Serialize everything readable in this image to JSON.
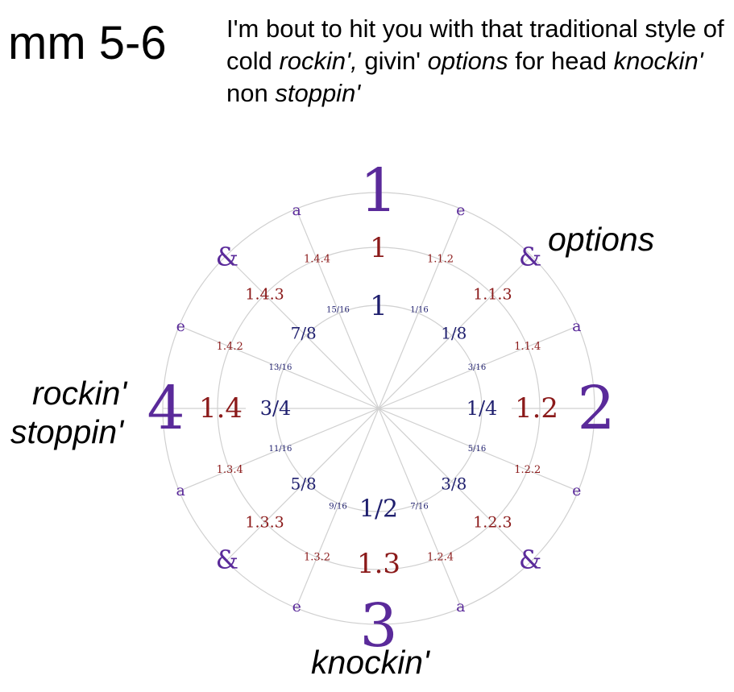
{
  "title": "mm 5-6",
  "lyric": [
    {
      "text": "I'm bout to hit you with that traditional",
      "italic": false
    },
    {
      "text": " style of cold ",
      "italic": false
    },
    {
      "text": "rockin',",
      "italic": true
    },
    {
      "text": " givin' ",
      "italic": false
    },
    {
      "text": "options",
      "italic": true
    },
    {
      "text": " for head ",
      "italic": false
    },
    {
      "text": "knockin'",
      "italic": true
    },
    {
      "text": " non ",
      "italic": false
    },
    {
      "text": "stoppin'",
      "italic": true
    }
  ],
  "placed_words": {
    "options": "options",
    "rockin": "rockin'",
    "stoppin": "stoppin'",
    "knockin": "knockin'"
  },
  "colors": {
    "ring_outer": "#5a2a9a",
    "ring_middle": "#8b1a1a",
    "ring_inner": "#1f1f6e",
    "grid": "#d0d0d0"
  },
  "rings": {
    "outer": [
      "1",
      "e",
      "&",
      "a",
      "2",
      "e",
      "&",
      "a",
      "3",
      "e",
      "&",
      "a",
      "4",
      "e",
      "&",
      "a"
    ],
    "middle": [
      "1",
      "1.1.2",
      "1.1.3",
      "1.1.4",
      "1.2",
      "1.2.2",
      "1.2.3",
      "1.2.4",
      "1.3",
      "1.3.2",
      "1.3.3",
      "1.3.4",
      "1.4",
      "1.4.2",
      "1.4.3",
      "1.4.4"
    ],
    "inner": [
      "1",
      "1/16",
      "1/8",
      "3/16",
      "1/4",
      "5/16",
      "3/8",
      "7/16",
      "1/2",
      "9/16",
      "5/8",
      "11/16",
      "3/4",
      "13/16",
      "7/8",
      "15/16"
    ]
  }
}
